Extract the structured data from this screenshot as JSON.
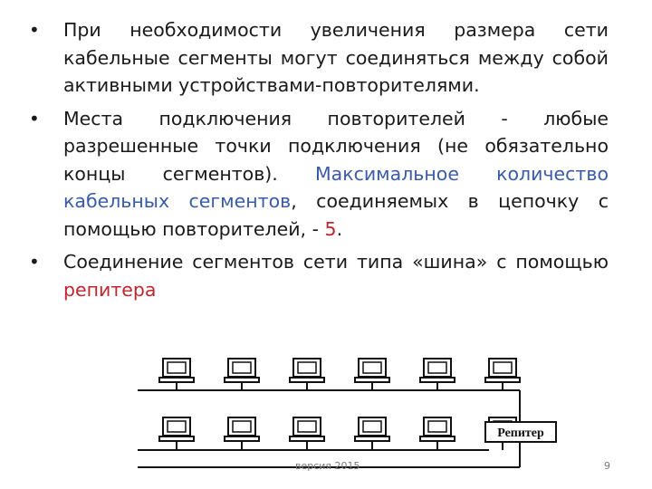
{
  "bullets": [
    {
      "marker": "•",
      "parts": [
        {
          "text": "При необходимости увеличения размера сети кабельные сегменты могут соединяться между собой активными устройствами-повторителями.",
          "color": "#1a1a1a"
        }
      ]
    },
    {
      "marker": "•",
      "parts": [
        {
          "text": " Места подключения повторителей - любые разрешенные точки подключения (не обязательно концы сегментов). ",
          "color": "#1a1a1a"
        },
        {
          "text": "Максимальное количество кабельных сегментов",
          "color": "#3a5ba8"
        },
        {
          "text": ", соединяемых в цепочку с помощью повторителей, - ",
          "color": "#1a1a1a"
        },
        {
          "text": "5",
          "color": "#c0252d"
        },
        {
          "text": ".",
          "color": "#1a1a1a"
        }
      ]
    },
    {
      "marker": "•",
      "parts": [
        {
          "text": "Соединение сегментов сети типа «шина» с помощью ",
          "color": "#1a1a1a"
        },
        {
          "text": "репитера",
          "color": "#c0252d"
        }
      ]
    }
  ],
  "diagram": {
    "repeater_label": "Репитер",
    "computers_per_row": 6
  },
  "footer": {
    "version": "версия 2015",
    "page_number": "9"
  }
}
